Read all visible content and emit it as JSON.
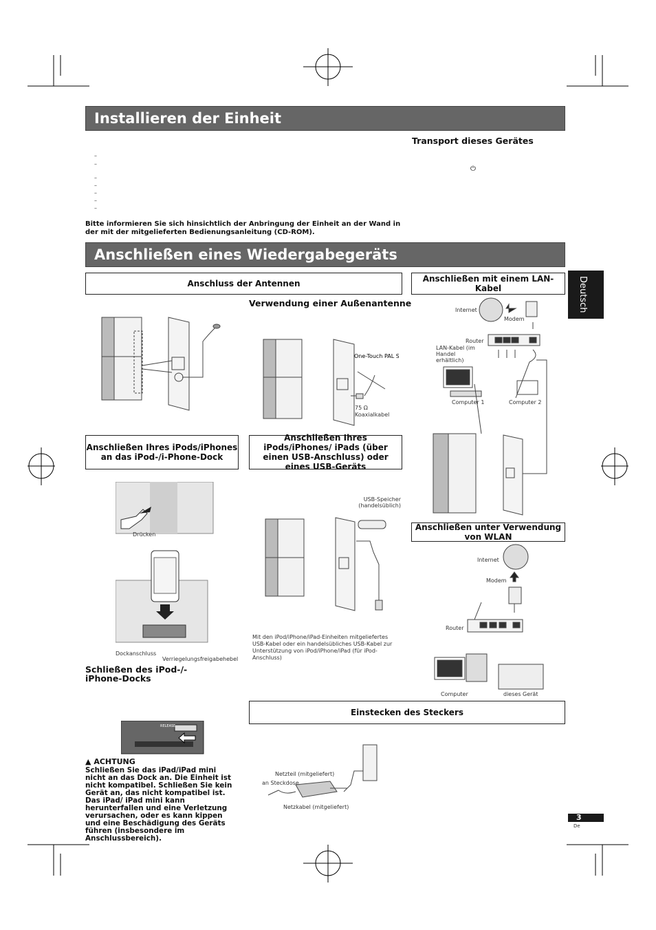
{
  "section1": {
    "title": "Installieren der Einheit",
    "transport_heading": "Transport dieses Gerätes",
    "wall_note": "Bitte informieren Sie sich hinsichtlich der Anbringung der Einheit an der Wand in der mit der mitgelieferten Bedienungsanleitung (CD-ROM).",
    "power_symbol": "⏻"
  },
  "section2": {
    "title": "Anschließen eines Wiedergabegeräts",
    "antenna_box": "Anschluss der Antennen",
    "outdoor_antenna": "Verwendung einer Außenantenne",
    "lan_box": "Anschließen mit einem LAN-Kabel",
    "wlan_box": "Anschließen unter Verwendung von WLAN",
    "ipod_dock_box": "Anschließen Ihres iPods/iPhones an das iPod-/i-Phone-Dock",
    "ipod_usb_box": "Anschließen Ihres iPods/iPhones/ iPads (über einen USB-Anschluss) oder eines USB-Geräts",
    "close_dock_heading": "Schließen des iPod-/-iPhone-Docks",
    "plug_box": "Einstecken des Steckers",
    "caution_title": "ACHTUNG",
    "caution_text": "Schließen Sie das iPad/iPad mini nicht an das Dock an. Die Einheit ist nicht kompatibel. Schließen Sie kein Gerät an, das nicht kompatibel ist. Das iPad/ iPad mini kann herunterfallen und eine Verletzung verursachen, oder es kann kippen und eine Beschädigung des Geräts führen (insbesondere im Anschlussbereich)."
  },
  "labels": {
    "onetouch": "One-Touch PAL Stecker",
    "ohm": "75 Ω",
    "coax": "Koaxialkabel",
    "internet": "Internet",
    "modem": "Modem",
    "router": "Router",
    "lan_cable": "LAN-Kabel (im Handel erhältlich)",
    "computer1": "Computer 1",
    "computer2": "Computer 2",
    "usb_storage": "USB-Speicher (handelsüblich)",
    "press": "Drücken",
    "dock_port": "Dockanschluss",
    "lock_lever": "Verriegelungsfreigabehebel",
    "usb_cable_note": "Mit den iPod/iPhone/iPad-Einheiten mitgeliefertes USB-Kabel oder ein handelsübliches USB-Kabel zur Unterstützung von iPod/iPhone/iPad (für iPod-Anschluss)",
    "internet2": "Internet",
    "modem2": "Modem",
    "router2": "Router",
    "computer": "Computer",
    "this_device": "dieses Gerät",
    "adapter": "Netzteil (mitgeliefert)",
    "outlet": "an Steckdose",
    "power_cord": "Netzkabel (mitgeliefert)",
    "release": "RELEASE"
  },
  "side_tab": "Deutsch",
  "page_number": "3",
  "page_lang": "De"
}
